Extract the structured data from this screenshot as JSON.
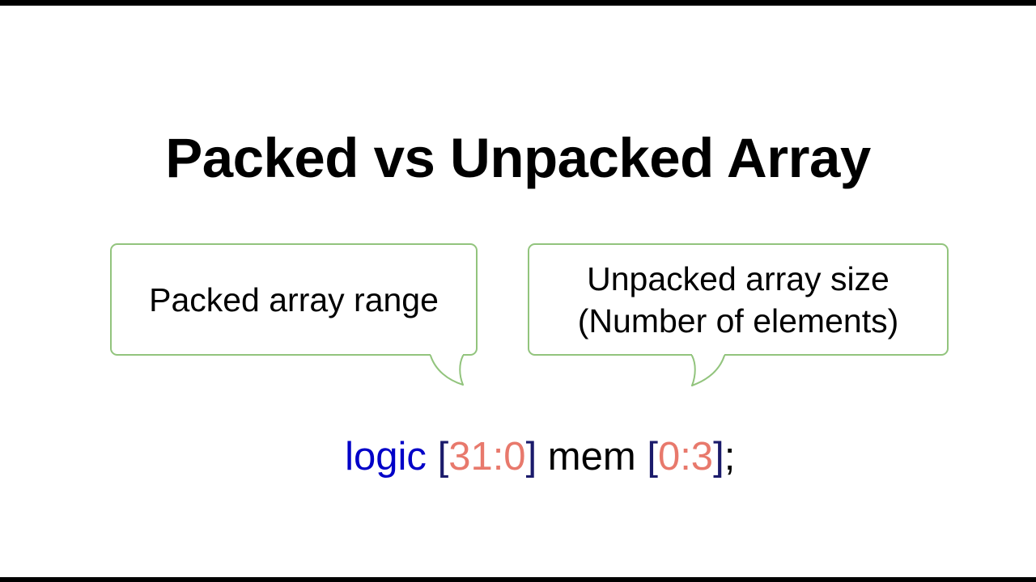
{
  "slide": {
    "title": "Packed vs Unpacked Array",
    "background_color": "#ffffff",
    "letterbox_color": "#000000"
  },
  "callouts": [
    {
      "name": "packed-array-range",
      "border_color": "#92c47d",
      "tail_direction": "down-right",
      "lines": [
        "Packed array range"
      ]
    },
    {
      "name": "unpacked-array-size",
      "border_color": "#92c47d",
      "tail_direction": "down-left",
      "lines": [
        "Unpacked array size",
        "(Number of elements)"
      ]
    }
  ],
  "code": {
    "full_text": "logic [31:0] mem [0:3];",
    "tokens": [
      {
        "text": "logic",
        "role": "keyword",
        "color": "#0000c8"
      },
      {
        "text": " ",
        "role": "space",
        "color": "#000000"
      },
      {
        "text": "[",
        "role": "bracket",
        "color": "#1b1b6b"
      },
      {
        "text": "31:0",
        "role": "number",
        "color": "#e8796c"
      },
      {
        "text": "]",
        "role": "bracket",
        "color": "#1b1b6b"
      },
      {
        "text": " mem ",
        "role": "plain",
        "color": "#000000"
      },
      {
        "text": "[",
        "role": "bracket",
        "color": "#1b1b6b"
      },
      {
        "text": "0:3",
        "role": "number",
        "color": "#e8796c"
      },
      {
        "text": "]",
        "role": "bracket",
        "color": "#1b1b6b"
      },
      {
        "text": ";",
        "role": "plain",
        "color": "#000000"
      }
    ]
  }
}
